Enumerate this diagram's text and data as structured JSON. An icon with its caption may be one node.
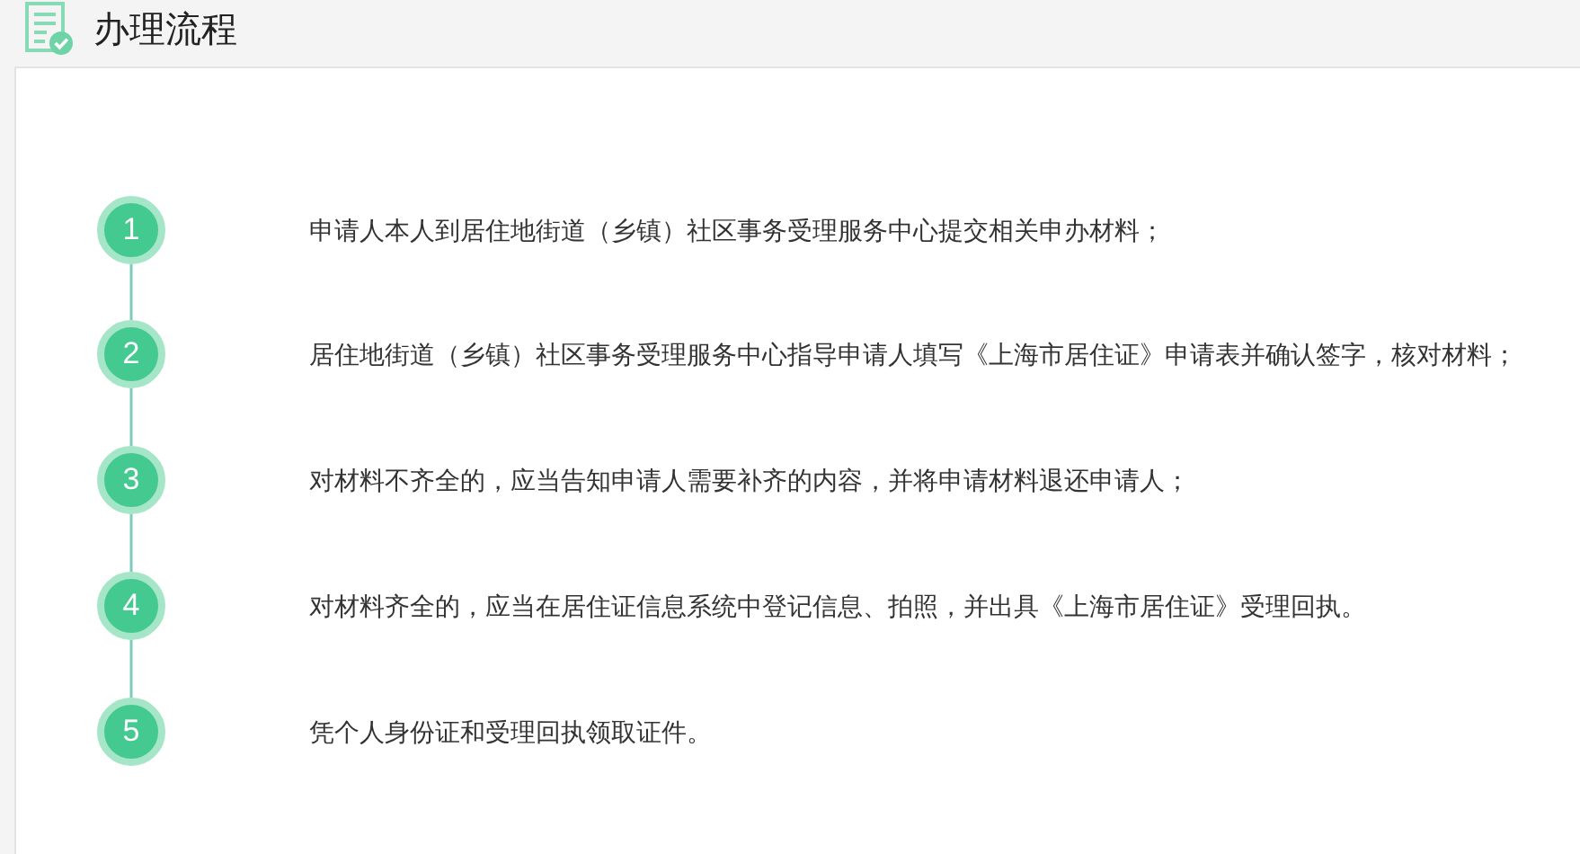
{
  "diagram": {
    "title": "办理流程",
    "nodes": [
      {
        "text": [
          "1"
        ]
      },
      {
        "text": [
          "2"
        ]
      },
      {
        "text": [
          "3"
        ]
      },
      {
        "text": [
          "4"
        ]
      },
      {
        "text": [
          "5"
        ]
      }
    ],
    "edges": [
      {
        "from": 0,
        "to": 1,
        "arrow": "none"
      },
      {
        "from": 1,
        "to": 2,
        "arrow": "none"
      },
      {
        "from": 2,
        "to": 3,
        "arrow": "none"
      },
      {
        "from": 3,
        "to": 4,
        "arrow": "none"
      }
    ],
    "labels": [
      "申请人本人到居住地街道（乡镇）社区事务受理服务中心提交相关申办材料；",
      "居住地街道（乡镇）社区事务受理服务中心指导申请人填写《上海市居住证》申请表并确认签字，核对材料；",
      "对材料不齐全的，应当告知申请人需要补齐的内容，并将申请材料退还申请人；",
      "对材料齐全的，应当在居住证信息系统中登记信息、拍照，并出具《上海市居住证》受理回执。",
      "凭个人身份证和受理回执领取证件。"
    ]
  }
}
